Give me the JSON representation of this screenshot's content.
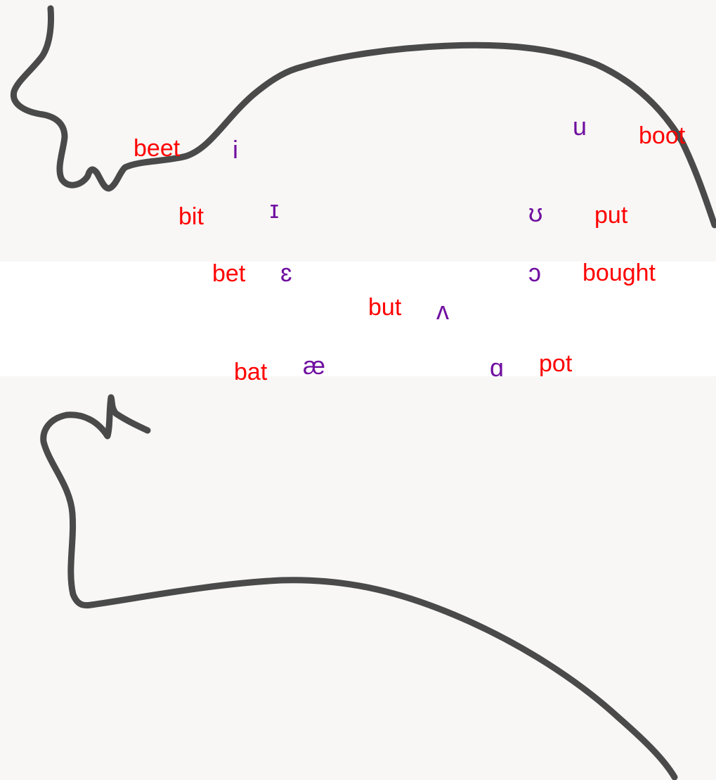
{
  "colors": {
    "background": "#f8f7f5",
    "stroke": "#4a4a4a",
    "word_label": "#ff0000",
    "ipa_symbol": "#7010a0"
  },
  "words": {
    "beet": "beet",
    "bit": "bit",
    "bet": "bet",
    "bat": "bat",
    "but": "but",
    "pot": "pot",
    "bought": "bought",
    "put": "put",
    "boot": "boot"
  },
  "symbols": {
    "i": "i",
    "ih": "ɪ",
    "eh": "ɛ",
    "ae": "æ",
    "wedge": "ʌ",
    "script_a": "ɑ",
    "open_o": "ɔ",
    "horseshoe": "ʊ",
    "u": "u"
  }
}
